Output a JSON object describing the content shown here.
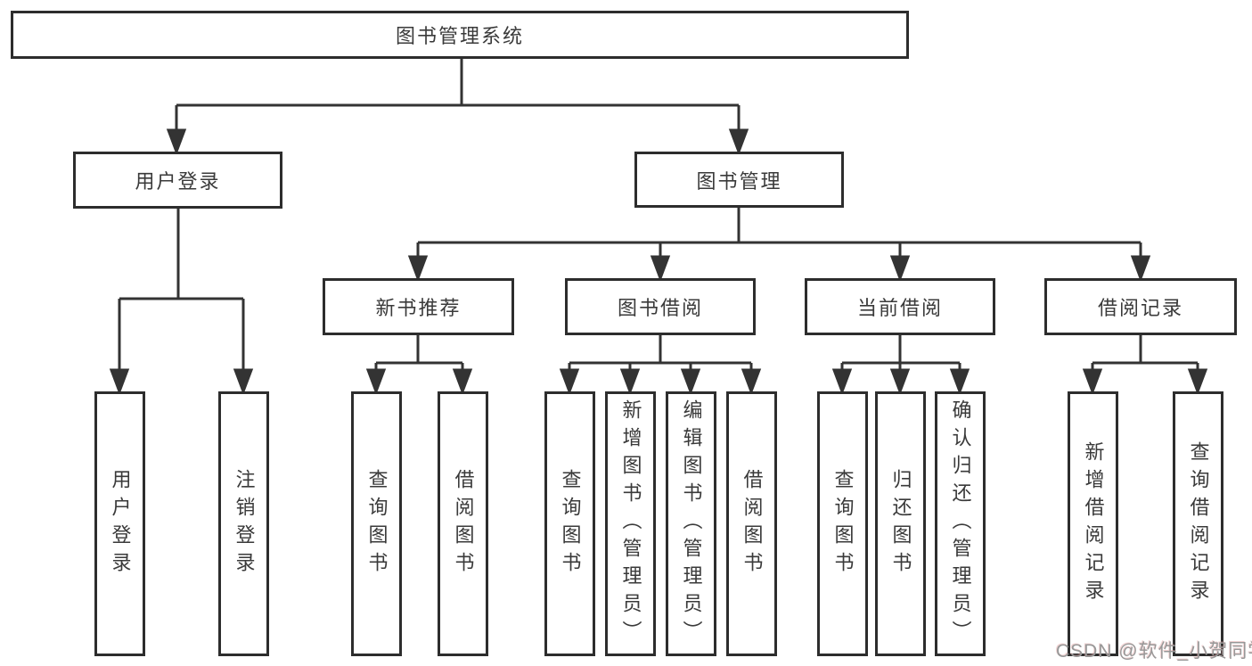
{
  "watermark": "CSDN @软件_小贺同学",
  "colors": {
    "line": "#333333",
    "box_border": "#2d2d2d",
    "text": "#3a3a3a",
    "background": "#ffffff",
    "watermark": "#989898"
  },
  "tree": {
    "label": "图书管理系统",
    "children": [
      {
        "label": "用户登录",
        "children": [
          {
            "label": "用户登录"
          },
          {
            "label": "注销登录"
          }
        ]
      },
      {
        "label": "图书管理",
        "children": [
          {
            "label": "新书推荐",
            "children": [
              {
                "label": "查询图书"
              },
              {
                "label": "借阅图书"
              }
            ]
          },
          {
            "label": "图书借阅",
            "children": [
              {
                "label": "查询图书"
              },
              {
                "label": "新增图书（管理员）"
              },
              {
                "label": "编辑图书（管理员）"
              },
              {
                "label": "借阅图书"
              }
            ]
          },
          {
            "label": "当前借阅",
            "children": [
              {
                "label": "查询图书"
              },
              {
                "label": "归还图书"
              },
              {
                "label": "确认归还（管理员）"
              }
            ]
          },
          {
            "label": "借阅记录",
            "children": [
              {
                "label": "新增借阅记录"
              },
              {
                "label": "查询借阅记录"
              }
            ]
          }
        ]
      }
    ]
  }
}
